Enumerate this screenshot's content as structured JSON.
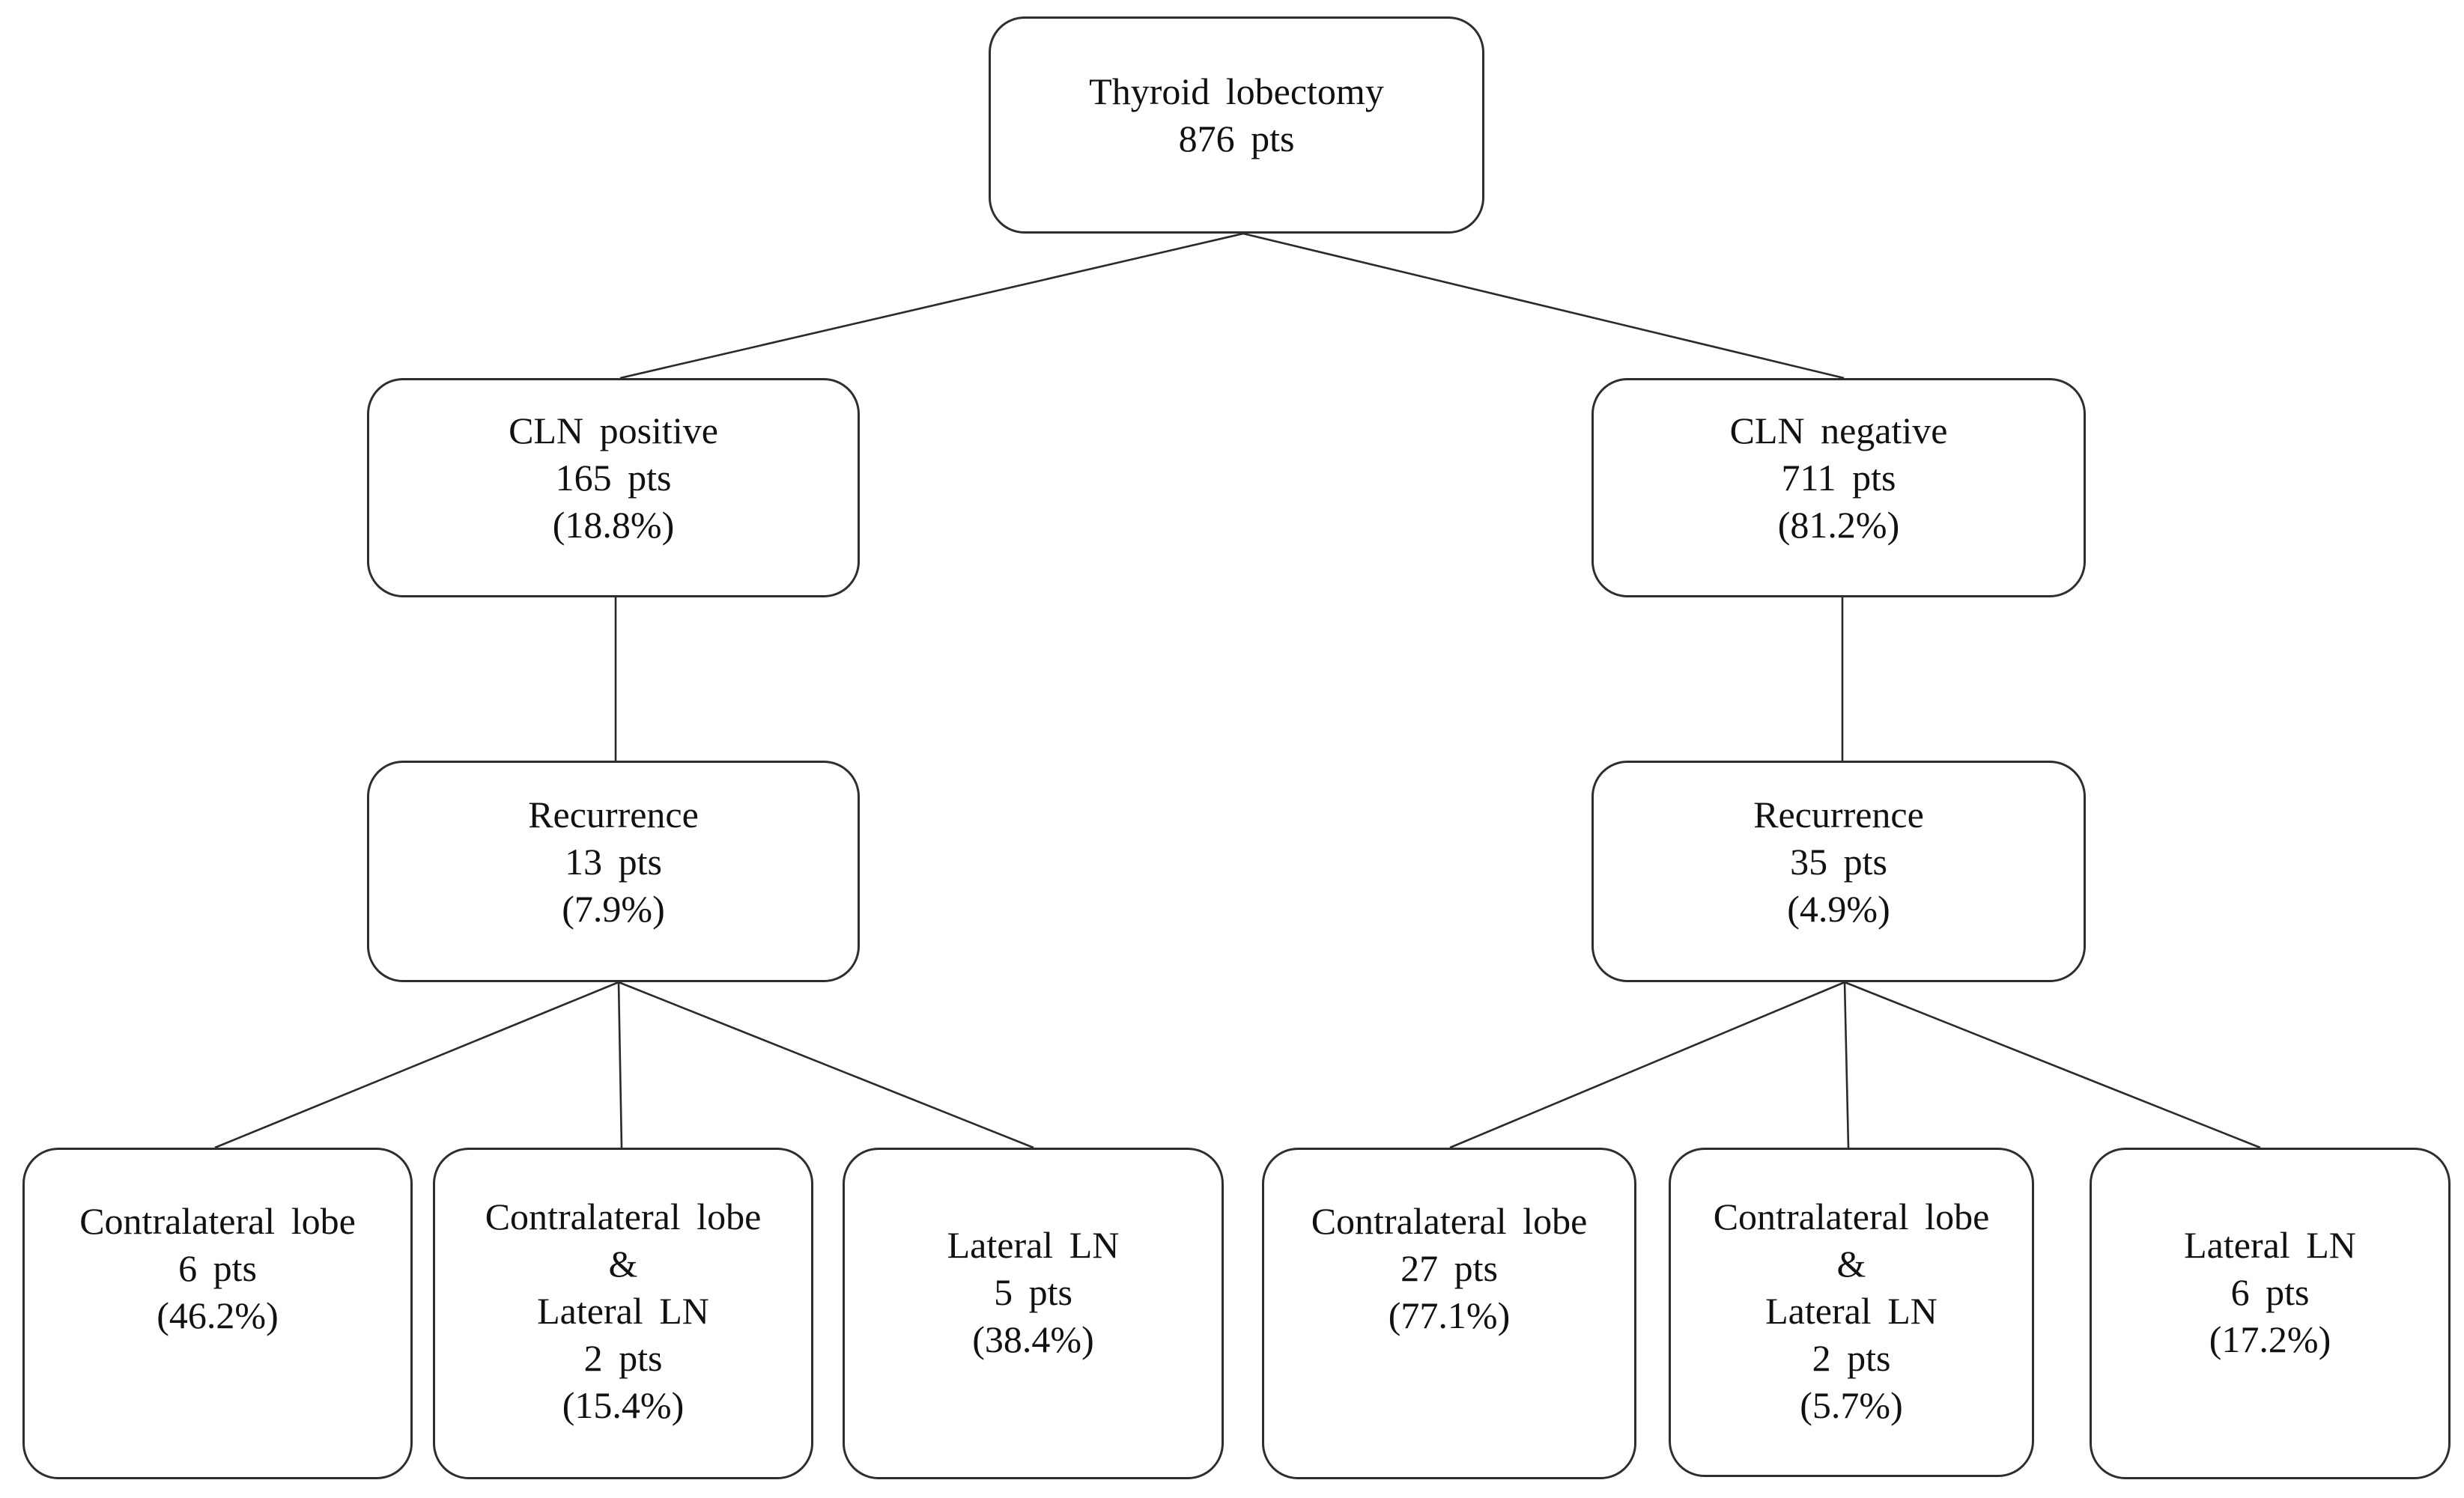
{
  "flowchart": {
    "colors": {
      "background": "#ffffff",
      "box_border": "#2e2e2e",
      "connector": "#2a2a2a",
      "text": "#111111"
    },
    "nodes": {
      "root": {
        "lines": [
          "Thyroid lobectomy",
          "876 pts"
        ]
      },
      "cln_positive": {
        "lines": [
          "CLN positive",
          "165 pts",
          "(18.8%)"
        ]
      },
      "cln_negative": {
        "lines": [
          "CLN negative",
          "711 pts",
          "(81.2%)"
        ]
      },
      "recurrence_positive": {
        "lines": [
          "Recurrence",
          "13 pts",
          "(7.9%)"
        ]
      },
      "recurrence_negative": {
        "lines": [
          "Recurrence",
          "35 pts",
          "(4.9%)"
        ]
      },
      "pos_contralateral_lobe": {
        "lines": [
          "Contralateral lobe",
          "6 pts",
          "(46.2%)"
        ]
      },
      "pos_contralateral_and_lateral_ln": {
        "lines": [
          "Contralateral lobe",
          "&",
          "Lateral LN",
          "2 pts",
          "(15.4%)"
        ]
      },
      "pos_lateral_ln": {
        "lines": [
          "Lateral LN",
          "5 pts",
          "(38.4%)"
        ]
      },
      "neg_contralateral_lobe": {
        "lines": [
          "Contralateral lobe",
          "27 pts",
          "(77.1%)"
        ]
      },
      "neg_contralateral_and_lateral_ln": {
        "lines": [
          "Contralateral lobe",
          "&",
          "Lateral LN",
          "2 pts",
          "(5.7%)"
        ]
      },
      "neg_lateral_ln": {
        "lines": [
          "Lateral LN",
          "6 pts",
          "(17.2%)"
        ]
      }
    }
  }
}
